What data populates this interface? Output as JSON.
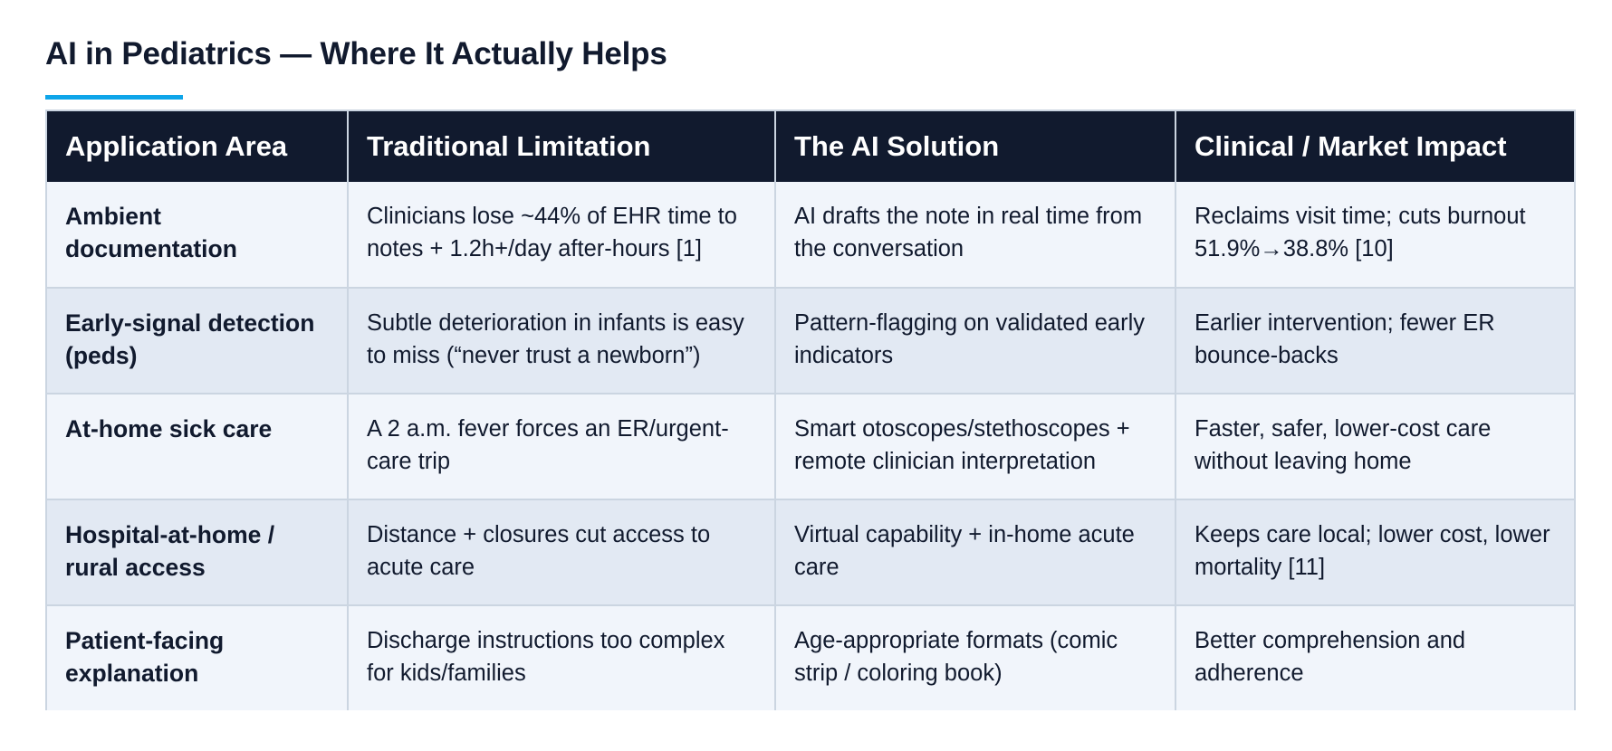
{
  "title": "AI in Pediatrics — Where It Actually Helps",
  "colors": {
    "accent": "#0ea5e9",
    "header_bg": "#111a2e",
    "row_light": "#f1f5fb",
    "row_dark": "#e2e9f3",
    "border": "#cbd5e1"
  },
  "table": {
    "headers": [
      "Application Area",
      "Traditional Limitation",
      "The AI Solution",
      "Clinical / Market Impact"
    ],
    "rows": [
      {
        "area": "Ambient documentation",
        "limitation": "Clinicians lose ~44% of EHR time to notes + 1.2h+/day after-hours [1]",
        "solution": "AI drafts the note in real time from the conversation",
        "impact": "Reclaims visit time; cuts burnout 51.9%→38.8% [10]"
      },
      {
        "area": "Early-signal detection (peds)",
        "limitation": "Subtle deterioration in infants is easy to miss (“never trust a newborn”)",
        "solution": "Pattern-flagging on validated early indicators",
        "impact": "Earlier intervention; fewer ER bounce-backs"
      },
      {
        "area": "At-home sick care",
        "limitation": "A 2 a.m. fever forces an ER/urgent-care trip",
        "solution": "Smart otoscopes/stethoscopes + remote clinician interpretation",
        "impact": "Faster, safer, lower-cost care without leaving home"
      },
      {
        "area": "Hospital-at-home / rural access",
        "limitation": "Distance + closures cut access to acute care",
        "solution": "Virtual capability + in-home acute care",
        "impact": "Keeps care local; lower cost, lower mortality [11]"
      },
      {
        "area": "Patient-facing explanation",
        "limitation": "Discharge instructions too complex for kids/families",
        "solution": "Age-appropriate formats (comic strip / coloring book)",
        "impact": "Better comprehension and adherence"
      }
    ]
  }
}
